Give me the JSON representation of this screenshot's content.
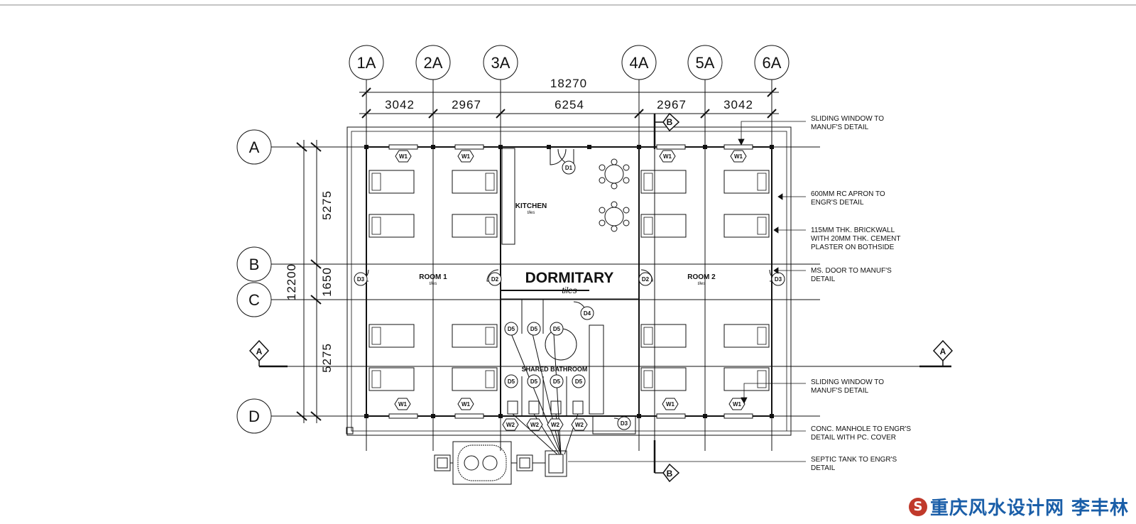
{
  "grid_columns": [
    "1A",
    "2A",
    "3A",
    "4A",
    "5A",
    "6A"
  ],
  "grid_rows": [
    "A",
    "B",
    "C",
    "D"
  ],
  "dims": {
    "total_width": "18270",
    "bays": [
      "3042",
      "2967",
      "6254",
      "2967",
      "3042"
    ],
    "total_depth": "12200",
    "rows": [
      "5275",
      "1650",
      "5275"
    ]
  },
  "rooms": {
    "title": "DORMITARY",
    "title_sub": "tiles",
    "room1": "ROOM 1",
    "room2": "ROOM 2",
    "room_sub": "tiles",
    "kitchen": "KITCHEN",
    "kitchen_sub": "tiles",
    "bathroom": "SHARED BATHROOM"
  },
  "tags": {
    "w1": "W1",
    "w2": "W2",
    "d1": "D1",
    "d2": "D2",
    "d3": "D3",
    "d4": "D4",
    "d5": "D5"
  },
  "sections": {
    "a": "A",
    "b": "B"
  },
  "notes": [
    [
      "SLIDING WINDOW TO",
      "MANUF'S DETAIL"
    ],
    [
      "600MM RC APRON TO",
      "ENGR'S DETAIL"
    ],
    [
      "115MM THK. BRICKWALL",
      "WITH 20MM THK. CEMENT",
      "PLASTER ON BOTHSIDE"
    ],
    [
      "MS. DOOR TO MANUF'S",
      "DETAIL"
    ],
    [
      "SLIDING WINDOW TO",
      "MANUF'S DETAIL"
    ],
    [
      "CONC.  MANHOLE TO ENGR'S",
      "DETAIL WITH PC. COVER"
    ],
    [
      "SEPTIC TANK TO ENGR'S",
      "DETAIL"
    ]
  ],
  "watermark": "重庆风水设计网 李丰林",
  "watermark_logo": "S"
}
